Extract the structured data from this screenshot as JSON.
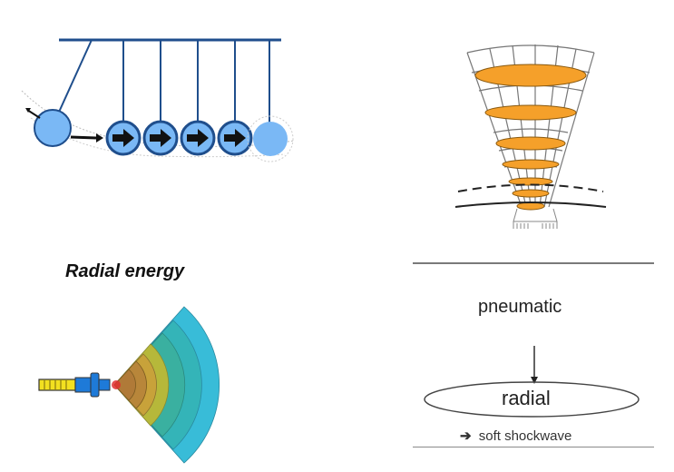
{
  "panels": {
    "cradle": {
      "description": "Newton's cradle with momentum arrows",
      "ball_color": "#7ab8f5",
      "line_color": "#1f4e8c",
      "arrow_count": 4
    },
    "cone": {
      "description": "Focused energy cone",
      "fill_color": "#f5a02a",
      "ring_count": 7
    },
    "radial": {
      "title": "Radial energy",
      "band_colors": [
        "#b8863a",
        "#c8a23a",
        "#b6b83a",
        "#3ab0a0",
        "#34b4b8",
        "#38bcd8"
      ],
      "focus_color": "#e03030"
    },
    "flow": {
      "source_label": "pneumatic",
      "target_label": "radial",
      "arrow_symbol": "➔",
      "result_label": "soft shockwave"
    }
  }
}
